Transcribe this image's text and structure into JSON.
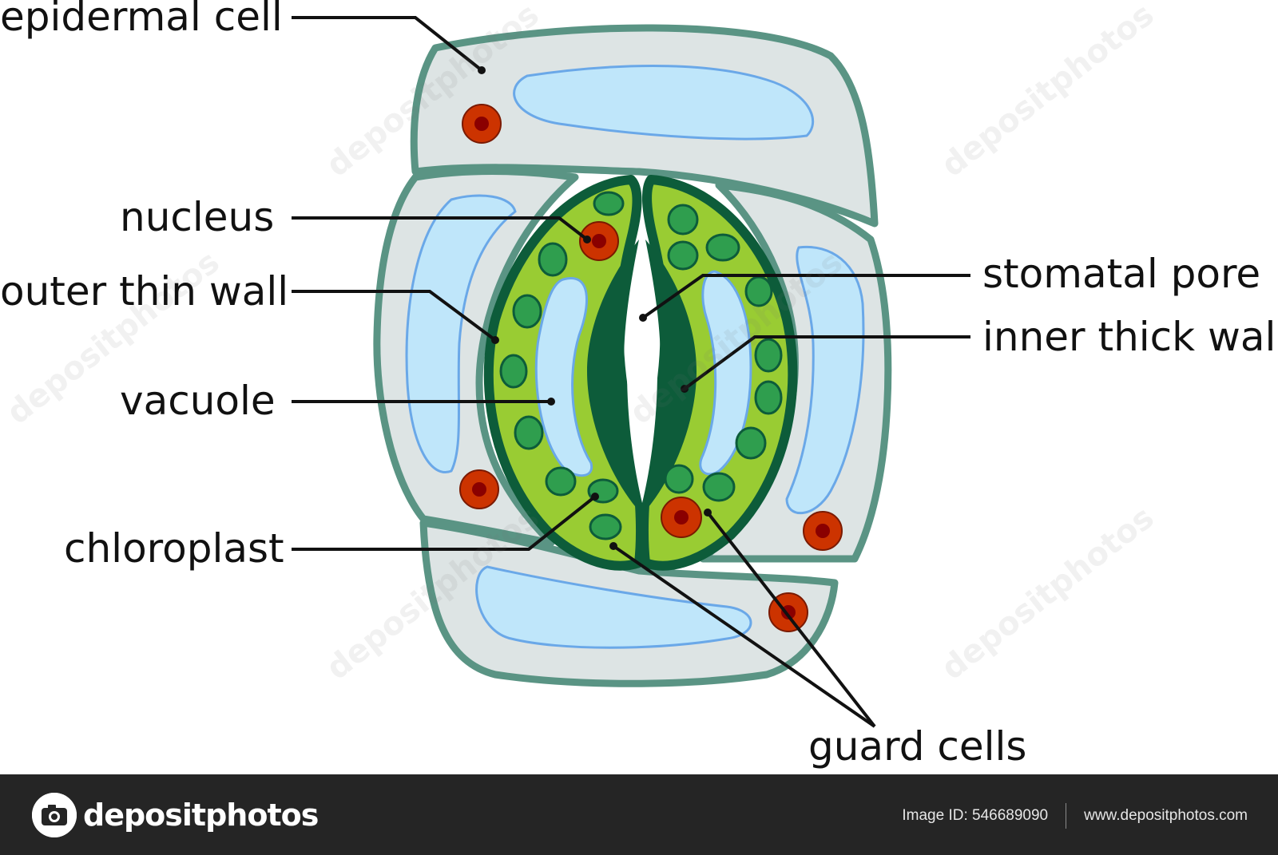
{
  "labels": {
    "epidermal_cell": "epidermal cell",
    "nucleus": "nucleus",
    "outer_thin_wall": "outer thin wall",
    "vacuole": "vacuole",
    "chloroplast": "chloroplast",
    "stomatal_pore": "stomatal pore",
    "inner_thick_wall": "inner thick wall",
    "guard_cells": "guard cells"
  },
  "watermark": {
    "text": "depositphotos"
  },
  "footer": {
    "brand": "depositphotos",
    "image_id": "Image ID: 546689090",
    "website": "www.depositphotos.com"
  },
  "colors": {
    "cell_fill": "#dde4e4",
    "cell_wall": "#5a9484",
    "vacuole_fill": "#bfe6fa",
    "vacuole_edge": "#6aa8e8",
    "guard_fill": "#99cc33",
    "guard_wall": "#0d5c3a",
    "chloroplast_fill": "#2f9e4e",
    "nucleus_fill": "#cc3300",
    "nucleolus_fill": "#8a0000",
    "footer_bg": "#252525"
  }
}
